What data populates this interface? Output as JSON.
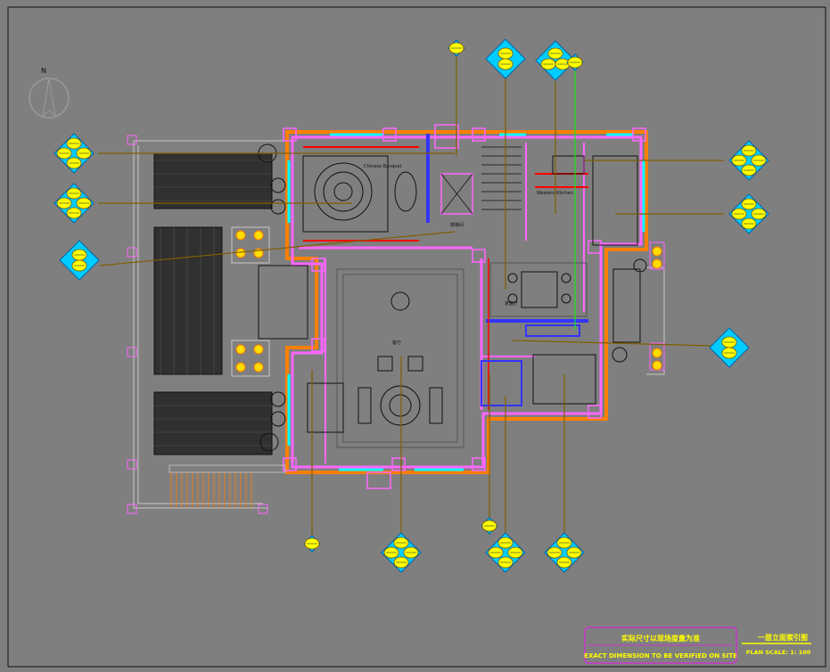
{
  "titleblock": {
    "note_cn": "实际尺寸以现场度量为准",
    "note_en": "EXACT DIMENSION TO BE VERIFIED ON SITE",
    "drawing_title": "一层立面索引图",
    "scale_label": "PLAN SCALE: 1: 100"
  },
  "room_labels": {
    "dining": "Chinese Banquet",
    "kitchen": "Western Kitchen",
    "stair": "楼梯间",
    "family": "家庭厅",
    "living": "客厅"
  },
  "colors": {
    "background": "#7f7f7f",
    "wall_magenta": "#ff66ff",
    "wall_orange": "#ff7f00",
    "wall_red": "#ff0000",
    "wall_blue": "#3333ff",
    "cyan_window": "#00ffff",
    "leader_brown": "#7f5f00",
    "symbol_yellow": "#ffff00",
    "symbol_cyan": "#00ccff",
    "hatch_black": "#202020",
    "green_line": "#00ff00"
  },
  "icons": [
    "north-arrow-icon",
    "elevation-index-symbol"
  ]
}
